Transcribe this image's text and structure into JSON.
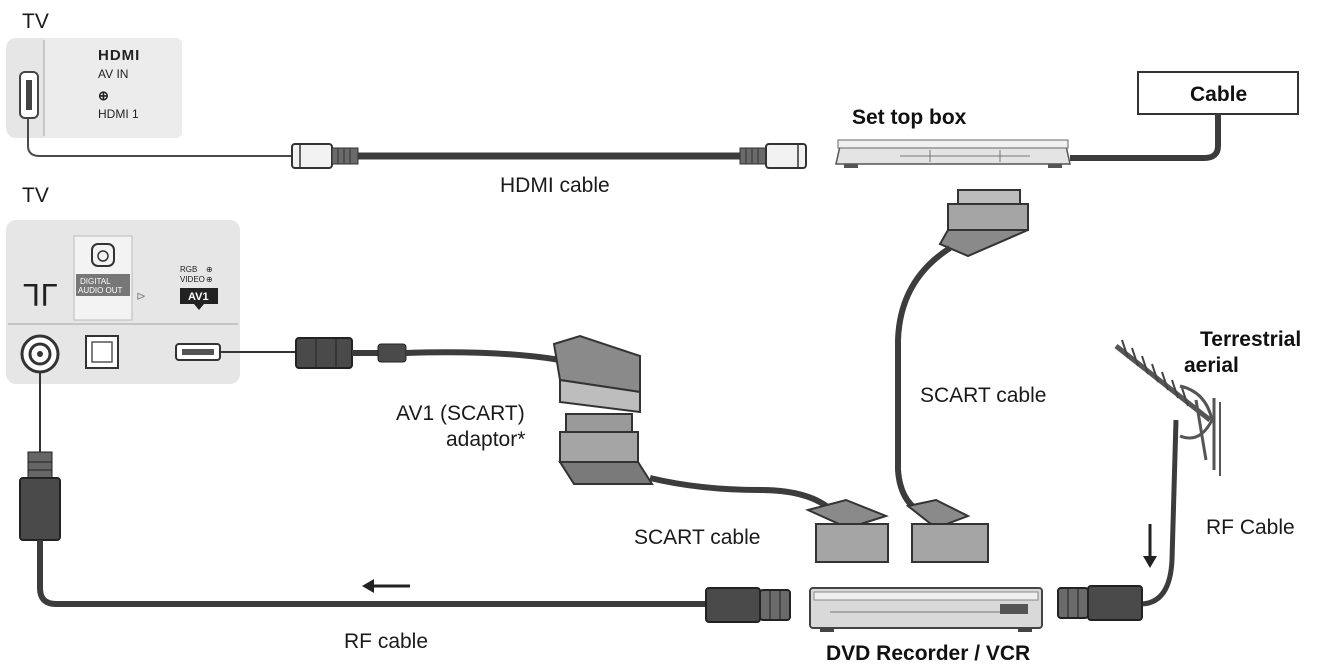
{
  "labels": {
    "tv_top": "TV",
    "tv_bottom": "TV",
    "hdmi_logo": "HDMI",
    "av_in": "AV IN",
    "hdmi1": "HDMI 1",
    "digital_audio_out_1": "DIGITAL",
    "digital_audio_out_2": "AUDIO OUT",
    "av1_badge": "AV1",
    "rgb": "RGB",
    "video": "VIDEO",
    "cable_box": "Cable",
    "set_top_box": "Set top box",
    "hdmi_cable": "HDMI cable",
    "scart_cable_right": "SCART cable",
    "av1_adaptor_1": "AV1 (SCART)",
    "av1_adaptor_2": "adaptor*",
    "scart_cable_bottom": "SCART cable",
    "terrestrial_1": "Terrestrial",
    "terrestrial_2": "aerial",
    "rf_cable_right": "RF Cable",
    "rf_cable_bottom": "RF cable",
    "dvd_recorder": "DVD Recorder / VCR"
  },
  "colors": {
    "panel": "#e6e6e6",
    "cable": "#3c3c3c",
    "connector": "#5a5a5a",
    "device": "#d9d9d9"
  }
}
